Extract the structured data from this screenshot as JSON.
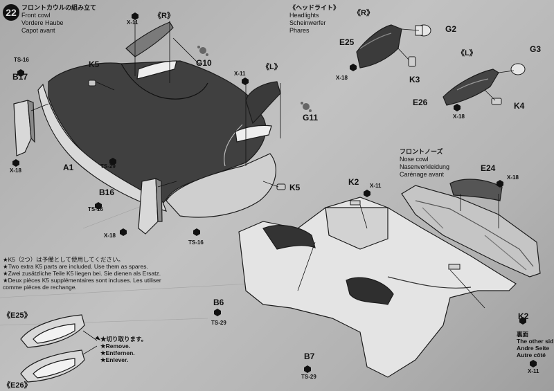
{
  "step": {
    "number": "22",
    "title_jp": "フロントカウルの組み立て",
    "title_en": "Front cowl",
    "title_de": "Vordere Haube",
    "title_fr": "Capot avant"
  },
  "headlights": {
    "title_jp": "《ヘッドライト》",
    "title_en": "Headlights",
    "title_de": "Scheinwerfer",
    "title_fr": "Phares",
    "right_tag": "《R》",
    "left_tag": "《L》"
  },
  "front_cowl_tags": {
    "right": "《R》",
    "left": "《L》"
  },
  "nose": {
    "title_jp": "フロントノーズ",
    "title_en": "Nose cowl",
    "title_de": "Nasenverkleidung",
    "title_fr": "Carénage avant"
  },
  "parts": {
    "x11_a": "X-11",
    "x11_b": "X-11",
    "x11_c": "X-11",
    "x11_d": "X-11",
    "x18_a": "X-18",
    "x18_b": "X-18",
    "x18_c": "X-18",
    "x18_d": "X-18",
    "x18_e": "X-18",
    "ts16_a": "TS-16",
    "ts16_b": "TS-16",
    "ts16_c": "TS-16",
    "ts29_a": "TS-29",
    "ts29_b": "TS-29",
    "ts29_c": "TS-29",
    "B17": "B17",
    "K5_a": "K5",
    "K5_b": "K5",
    "G10": "G10",
    "G11": "G11",
    "A1": "A1",
    "B16": "B16",
    "E25": "E25",
    "G2": "G2",
    "K3": "K3",
    "G3": "G3",
    "E26": "E26",
    "K4": "K4",
    "K2_a": "K2",
    "K2_b": "K2",
    "E24": "E24",
    "B6": "B6",
    "B7": "B7"
  },
  "spare_note": {
    "jp": "★K5（2つ）は予備として使用してください。",
    "en": "★Two extra K5 parts are included. Use them as spares.",
    "de": "★Zwei zusätzliche Teile K5 liegen bei. Sie dienen als Ersatz.",
    "fr1": "★Deux pièces K5 supplémentaires sont incluses. Les utiliser",
    "fr2": "comme pièces de rechange."
  },
  "cut_note": {
    "tag_top": "《E25》",
    "tag_bottom": "《E26》",
    "jp": "★切り取ります。",
    "en": "★Remove.",
    "de": "★Entfernen.",
    "fr": "★Enlever."
  },
  "other_side": {
    "jp": "裏面",
    "en": "The other sid",
    "de": "Andre Seite",
    "fr": "Autre côté"
  }
}
